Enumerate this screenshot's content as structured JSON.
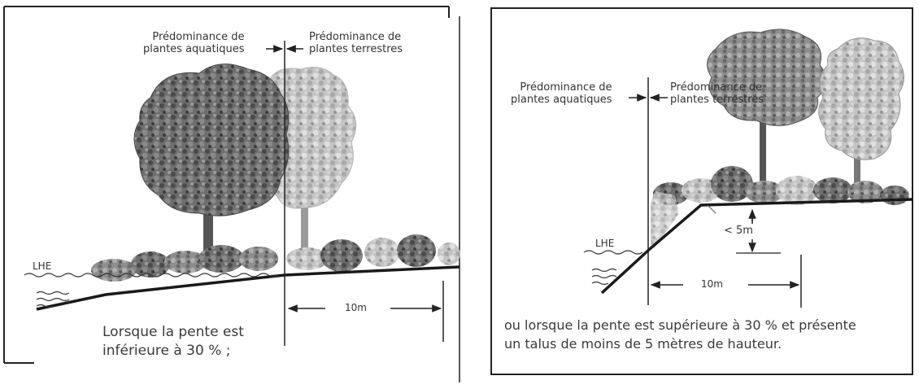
{
  "left_panel": {
    "label_aquatic": "Prédominance de\nplantes aquatiques",
    "label_terrestrial": "Prédominance de\nplantes terrestres",
    "water_label": "LHE",
    "distance_label": "10m",
    "caption": "Lorsque la pente est\ninférieure à 30 % ;"
  },
  "right_panel": {
    "label_aquatic": "Prédominance de\nplantes aquatiques",
    "label_terrestrial": "Prédominance de\nplantes terrestres",
    "water_label": "LHE",
    "height_label": "< 5m",
    "distance_label": "10m",
    "caption": "ou lorsque la pente est supérieure à 30 % et présente\nun talus de moins de 5 mètres de hauteur."
  }
}
